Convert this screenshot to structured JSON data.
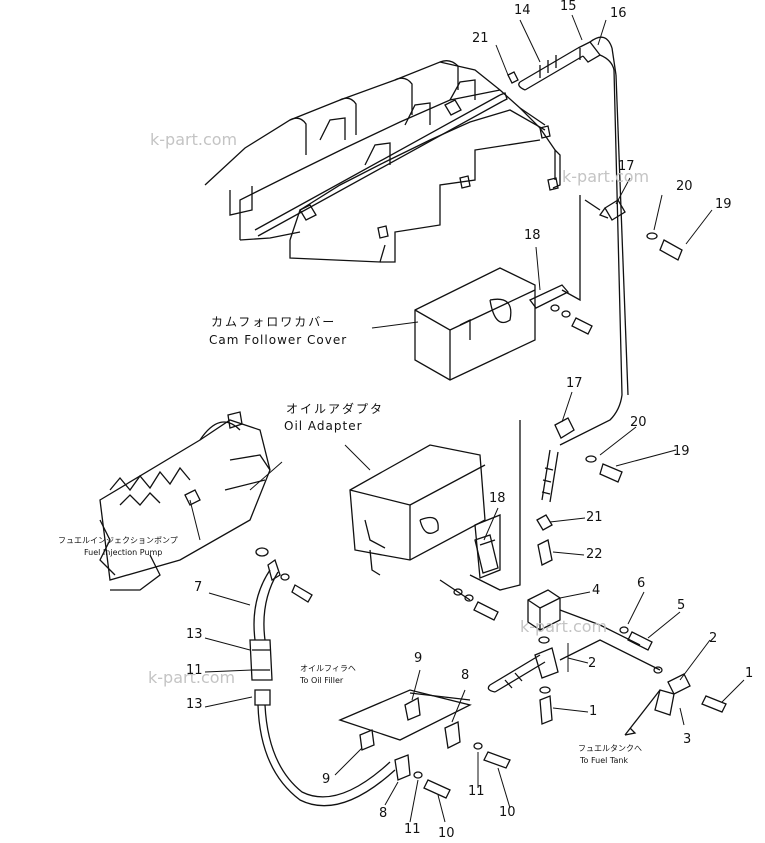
{
  "watermark": "k-part.com",
  "captions": {
    "cam_follower_jp": "カムフォロワカバー",
    "cam_follower_en": "Cam Follower Cover",
    "oil_adapter_jp": "オイルアダプタ",
    "oil_adapter_en": "Oil Adapter",
    "fuel_injection_pump_jp": "フュエルインジェクションポンプ",
    "fuel_injection_pump_en": "Fuel Injection Pump",
    "to_oil_filler_jp": "オイルフィラヘ",
    "to_oil_filler_en": "To Oil Filler",
    "to_fuel_tank_jp": "フュエルタンクへ",
    "to_fuel_tank_en": "To Fuel Tank"
  },
  "callouts": {
    "c1": "1",
    "c2": "2",
    "c3": "3",
    "c4": "4",
    "c5": "5",
    "c6": "6",
    "c7": "7",
    "c8": "8",
    "c9": "9",
    "c10": "10",
    "c11": "11",
    "c13": "13",
    "c14": "14",
    "c15": "15",
    "c16": "16",
    "c17": "17",
    "c18": "18",
    "c19": "19",
    "c20": "20",
    "c21": "21",
    "c22": "22"
  }
}
